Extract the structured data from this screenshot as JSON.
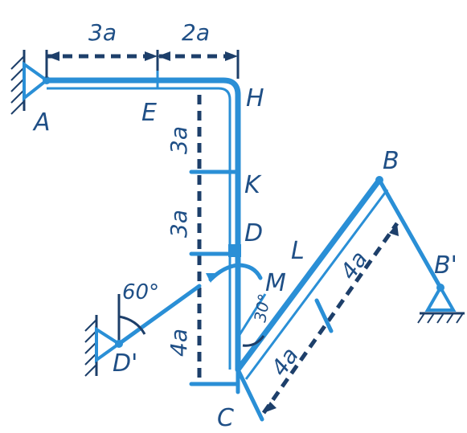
{
  "points": {
    "A": "A",
    "E": "E",
    "H": "H",
    "K": "K",
    "D": "D",
    "M": "M",
    "L": "L",
    "B": "B",
    "B_prime": "B'",
    "D_prime": "D'",
    "C": "C"
  },
  "dimensions": {
    "AE": "3a",
    "EH": "2a",
    "HK": "3a",
    "KD": "3a",
    "left_vertical": "4a",
    "upper_incline": "4a",
    "lower_incline": "4a"
  },
  "angles": {
    "support_angle": "60°",
    "member_angle": "30°"
  },
  "colors": {
    "structure": "#2a8fd6",
    "ink": "#1d3f6a",
    "label": "#1f4f86"
  }
}
